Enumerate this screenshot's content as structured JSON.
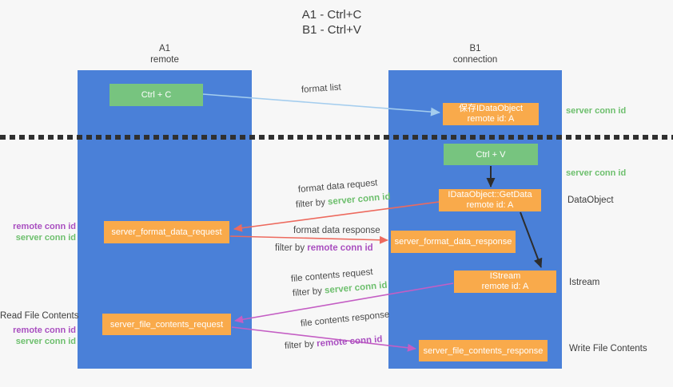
{
  "title": {
    "line1": "A1 - Ctrl+C",
    "line2": "B1 - Ctrl+V"
  },
  "lanes": {
    "left": {
      "name": "A1",
      "role": "remote"
    },
    "right": {
      "name": "B1",
      "role": "connection"
    }
  },
  "nodes": {
    "ctrl_c": "Ctrl + C",
    "save_idataobject": {
      "line1": "保存IDataObject",
      "line2": "remote id: A"
    },
    "ctrl_v": "Ctrl + V",
    "getdata": {
      "line1": "IDataObject::GetData",
      "line2": "remote id: A"
    },
    "server_format_data_request": "server_format_data_request",
    "server_format_data_response": "server_format_data_response",
    "istream": {
      "line1": "IStream",
      "line2": "remote id: A"
    },
    "server_file_contents_request": "server_file_contents_request",
    "server_file_contents_response": "server_file_contents_response"
  },
  "edge_labels": {
    "format_list": "format list",
    "format_data_request": "format data request",
    "format_data_response": "format data response",
    "file_contents_request": "file contents request",
    "file_contents_response": "file contents response",
    "filter_by": "filter by ",
    "server_conn_id": "server conn id",
    "remote_conn_id": "remote conn id"
  },
  "side_labels": {
    "server_conn_id": "server conn id",
    "remote_conn_id": "remote conn id",
    "dataobject": "DataObject",
    "istream": "Istream",
    "read_file_contents": "Read File Contents",
    "write_file_contents": "Write File Contents"
  },
  "colors": {
    "lane_blue": "#4a80d8",
    "node_orange": "#f9aa4b",
    "node_green": "#77c47f",
    "arrow_light_blue": "#a4cdee",
    "arrow_red": "#ed6a5e",
    "arrow_magenta": "#c45ec4",
    "arrow_black": "#2d2d2d",
    "label_green": "#6dbf6d",
    "label_purple": "#a94fc0",
    "text_dark": "#3c3c3c"
  }
}
